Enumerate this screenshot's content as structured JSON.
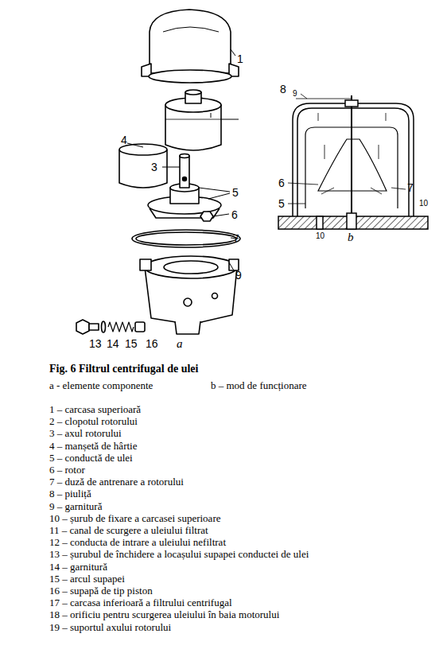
{
  "diagram": {
    "caption": "Fig. 6 Filtrul centrifugal de ulei",
    "labels": [
      "1",
      "4",
      "3",
      "5",
      "6",
      "7",
      "9",
      "13",
      "14",
      "15",
      "16",
      "a",
      "8",
      "9",
      "6",
      "7",
      "5",
      "10",
      "10",
      "b",
      "a - elemente componente",
      "b – mod de funcționare",
      "1 – carcasa superioară",
      "2 – clopotul rotorului",
      "3 – axul rotorului",
      "4 – manșetă de hârtie",
      "5 – conductă de ulei",
      "6 – rotor",
      "7 – duză de antrenare a rotorului",
      "8 – piuliță",
      "9 – garnitură",
      "10 – șurub de fixare a carcasei superioare",
      "11 – canal de scurgere a uleiului filtrat",
      "12 – conducta de intrare a uleiului nefiltrat",
      "13 – șurubul de închidere a locașului supapei conductei de ulei",
      "14 – garnitură",
      "15 – arcul supapei",
      "16 – supapă de tip piston",
      "17 – carcasa inferioară a filtrului centrifugal",
      "18 – orificiu pentru scurgerea uleiului în baia motorului",
      "19 – suportul axului rotorului"
    ]
  }
}
